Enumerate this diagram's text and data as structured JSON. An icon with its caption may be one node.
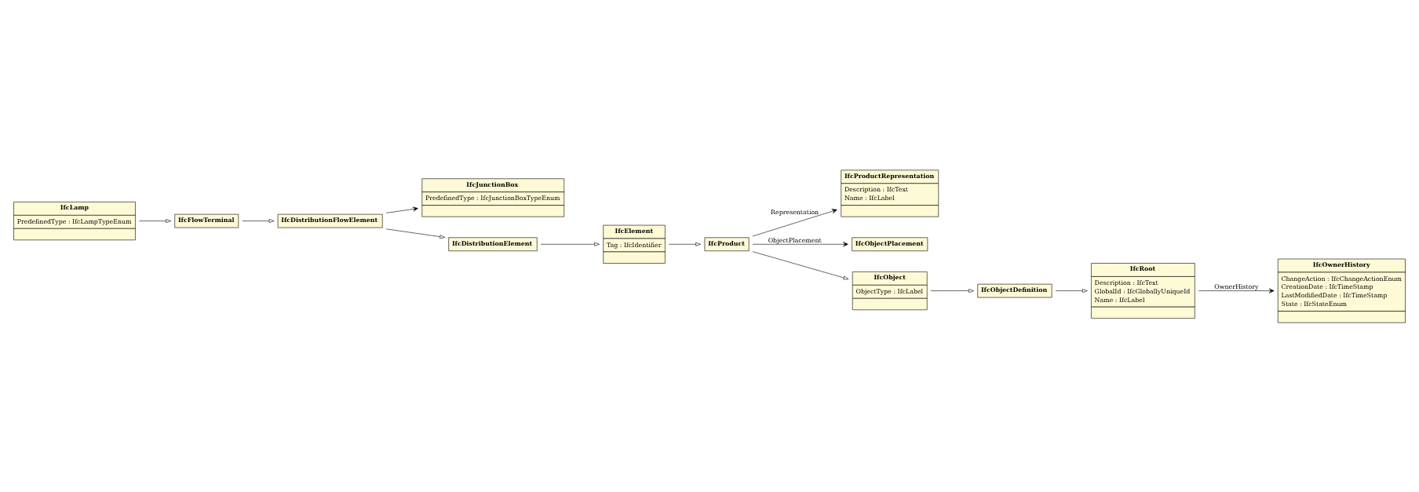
{
  "diagram": {
    "nodes": [
      {
        "text": [
          "IfcLamp",
          "PredefinedType : IfcLampTypeEnum"
        ]
      },
      {
        "text": [
          "IfcFlowTerminal"
        ]
      },
      {
        "text": [
          "IfcJunctionBox",
          "PredefinedType : IfcJunctionBoxTypeEnum"
        ]
      },
      {
        "text": [
          "IfcDistributionFlowElement"
        ]
      },
      {
        "text": [
          "IfcOwnerHistory",
          "ChangeAction : IfcChangeActionEnum",
          "CreationDate : IfcTimeStamp",
          "LastModifiedDate : IfcTimeStamp",
          "State : IfcStateEnum"
        ]
      },
      {
        "text": [
          "IfcRoot",
          "Description : IfcText",
          "GlobalId : IfcGloballyUniqueId",
          "Name : IfcLabel"
        ]
      },
      {
        "text": [
          "IfcProductRepresentation",
          "Description : IfcText",
          "Name : IfcLabel"
        ]
      },
      {
        "text": [
          "IfcDistributionElement"
        ]
      },
      {
        "text": [
          "IfcObjectPlacement"
        ]
      },
      {
        "text": [
          "IfcElement",
          "Tag : IfcIdentifier"
        ]
      },
      {
        "text": [
          "IfcProduct"
        ]
      },
      {
        "text": [
          "IfcObject",
          "ObjectType : IfcLabel"
        ]
      },
      {
        "text": [
          "IfcObjectDefinition"
        ]
      }
    ],
    "edges": [
      {
        "from": 0,
        "to": 1,
        "arrow": "to"
      },
      {
        "from": 1,
        "to": 3,
        "arrow": "to"
      },
      {
        "from": 3,
        "to": 2,
        "arrow": "to"
      },
      {
        "from": 3,
        "to": 7,
        "arrow": "to"
      },
      {
        "from": 7,
        "to": 9,
        "arrow": "to"
      },
      {
        "from": 9,
        "to": 10,
        "arrow": "to"
      },
      {
        "from": 10,
        "to": 8,
        "arrow": "to",
        "label": "ObjectPlacement"
      },
      {
        "from": 10,
        "to": 6,
        "arrow": "to",
        "label": "Representation"
      },
      {
        "from": 10,
        "to": 11,
        "arrow": "to"
      },
      {
        "from": 11,
        "to": 12,
        "arrow": "to"
      },
      {
        "from": 12,
        "to": 5,
        "arrow": "to"
      },
      {
        "from": 5,
        "to": 4,
        "arrow": "to",
        "label": "OwnerHistory"
      }
    ]
  }
}
